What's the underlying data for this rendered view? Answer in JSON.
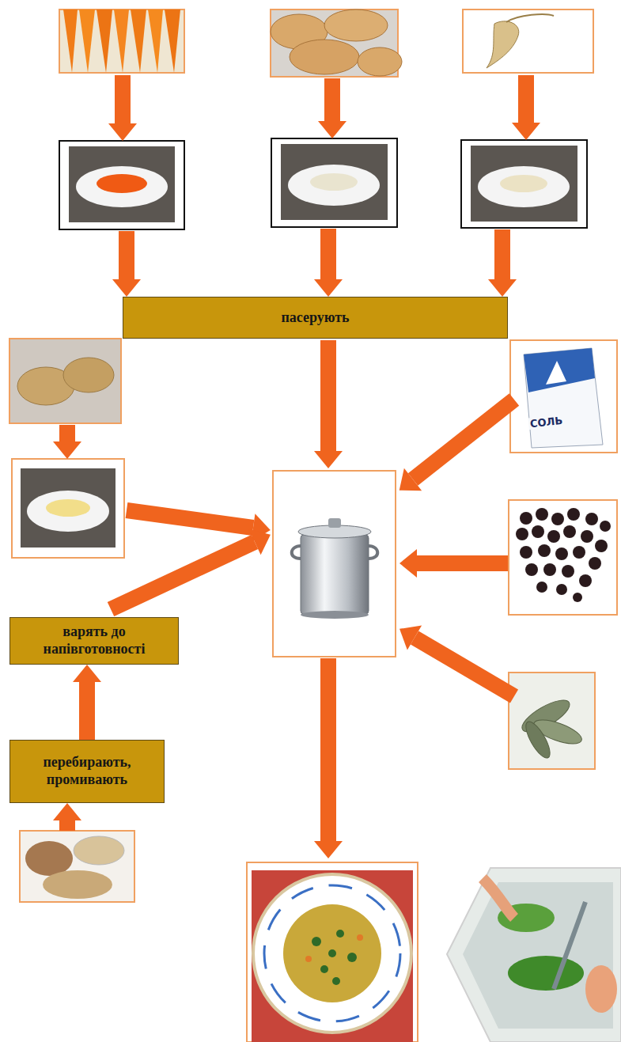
{
  "diagram": {
    "nodes": [
      {
        "text": [
          "пасерують"
        ]
      },
      {
        "text": [
          "варять до напівготовності"
        ]
      },
      {
        "text": [
          "перебирають, промивають"
        ]
      }
    ],
    "edges": [
      {
        "from": 2,
        "to": 1,
        "arrow": "to"
      }
    ],
    "labels": [
      "СОЛЬ"
    ]
  }
}
